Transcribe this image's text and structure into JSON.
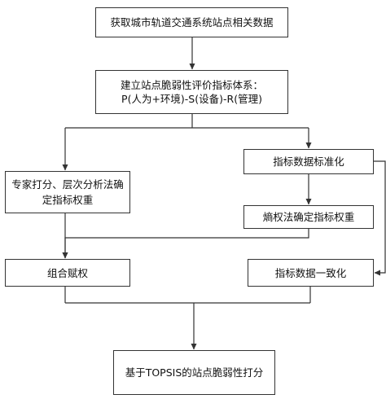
{
  "flowchart": {
    "nodes": {
      "collect_data": "获取城市轨道交通系统站点相关数据",
      "build_index_line1": "建立站点脆弱性评价指标体系：",
      "build_index_line2": "P(人为+环境)-S(设备)-R(管理)",
      "expert_ahp": "专家打分、层次分析法确定指标权重",
      "standardize": "指标数据标准化",
      "entropy": "熵权法确定指标权重",
      "combine": "组合赋权",
      "consistency": "指标数据一致化",
      "topsis": "基于TOPSIS的站点脆弱性打分"
    },
    "edges": [
      [
        "collect_data",
        "build_index"
      ],
      [
        "build_index",
        "expert_ahp"
      ],
      [
        "build_index",
        "standardize"
      ],
      [
        "standardize",
        "entropy"
      ],
      [
        "standardize",
        "consistency"
      ],
      [
        "expert_ahp",
        "combine"
      ],
      [
        "entropy",
        "combine"
      ],
      [
        "combine",
        "topsis"
      ],
      [
        "consistency",
        "topsis"
      ]
    ],
    "colors": {
      "line": "#333333",
      "box_border": "#333333",
      "background": "#ffffff",
      "text": "#111111"
    }
  }
}
